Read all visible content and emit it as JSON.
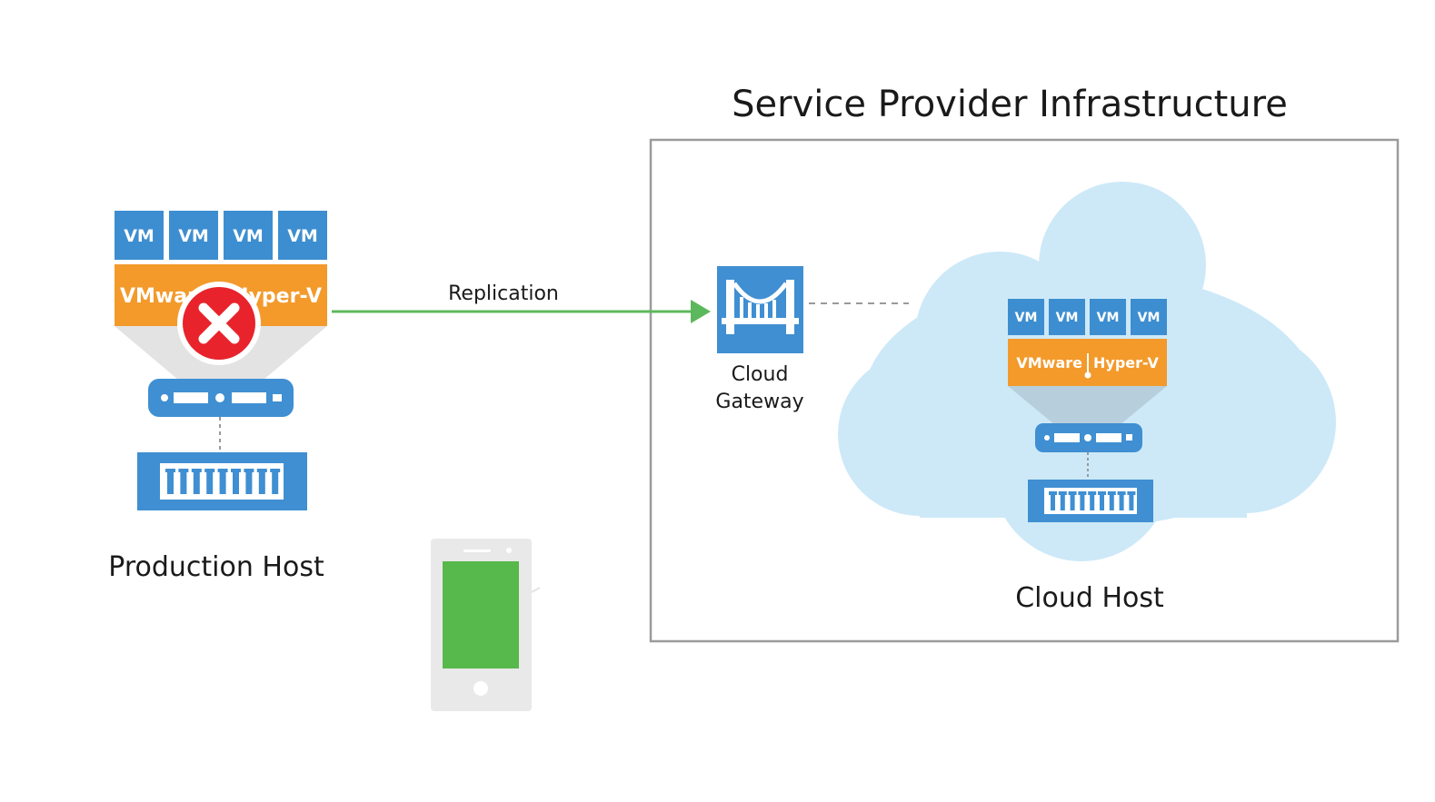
{
  "title": "Service Provider Infrastructure",
  "production_host": {
    "vm_labels": [
      "VM",
      "VM",
      "VM",
      "VM"
    ],
    "hypervisor_label": "VMware | Hyper-V",
    "caption": "Production Host",
    "status": "failed"
  },
  "replication": {
    "label": "Replication"
  },
  "cloud_gateway": {
    "caption_line1": "Cloud",
    "caption_line2": "Gateway"
  },
  "cloud_host": {
    "vm_labels": [
      "VM",
      "VM",
      "VM",
      "VM"
    ],
    "hypervisor_left": "VMware",
    "hypervisor_right": "Hyper-V",
    "caption": "Cloud Host"
  },
  "colors": {
    "vm_blue": "#3d8ed0",
    "hypervisor_orange": "#f39a2b",
    "server_blue": "#3f8fd2",
    "error_red": "#e8232b",
    "arrow_green": "#5cb85c",
    "cloud_fill": "#cde9f8",
    "frame_gray": "#9b9b9b",
    "phone_screen": "#57b84b",
    "phone_body": "#e9e9e9"
  }
}
